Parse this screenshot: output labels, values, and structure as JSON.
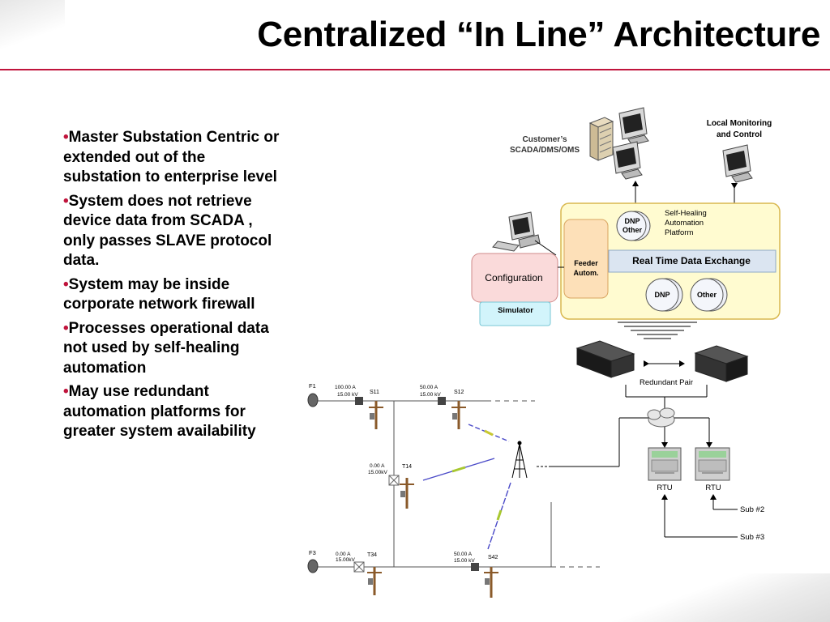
{
  "slide": {
    "title": "Centralized “In Line” Architecture",
    "bullet_marker": "•",
    "bullets": [
      "Master Substation Centric or extended out of the substation to enterprise level",
      "System does not retrieve  device data from SCADA , only passes SLAVE protocol data.",
      "System may be inside corporate network firewall",
      "Processes operational data not used by self-healing automation",
      "May use redundant automation platforms for greater system availability"
    ],
    "accent_color": "#c0143c"
  },
  "diagram": {
    "customer_label_1": "Customer’s",
    "customer_label_2": "SCADA/DMS/OMS",
    "local_label_1": "Local Monitoring",
    "local_label_2": "and Control",
    "platform_label_1": "Self-Healing",
    "platform_label_2": "Automation",
    "platform_label_3": "Platform",
    "dnp_other_1": "DNP",
    "dnp_other_2": "Other",
    "rtde_label": "Real Time Data Exchange",
    "feeder_1": "Feeder",
    "feeder_2": "Autom.",
    "dnp_label": "DNP",
    "other_label": "Other",
    "configuration_label": "Configuration",
    "simulator_label": "Simulator",
    "redundant_label": "Redundant Pair",
    "rtu_label": "RTU",
    "sub2_label": "Sub #2",
    "sub3_label": "Sub #3",
    "feeders": {
      "f1": "F1",
      "f3": "F3",
      "s11": "S11",
      "s11_a": "100.00  A",
      "s11_kv": "15.00  kV",
      "s12": "S12",
      "s12_a": "50.00  A",
      "s12_kv": "15.00  kV",
      "t14": "T14",
      "t14_a": "0.00  A",
      "t14_kv": "15.00kV",
      "t34": "T34",
      "t34_a": "0.00  A",
      "t34_kv": "15.00kV",
      "s42": "S42",
      "s42_a": "50.00  A",
      "s42_kv": "15.00  kV"
    },
    "colors": {
      "platform_fill": "#fffbd0",
      "feeder_fill": "#fde0b8",
      "config_fill": "#fadada",
      "simulator_fill": "#d2f4fb",
      "rtde_fill": "#dbe5f1"
    }
  }
}
